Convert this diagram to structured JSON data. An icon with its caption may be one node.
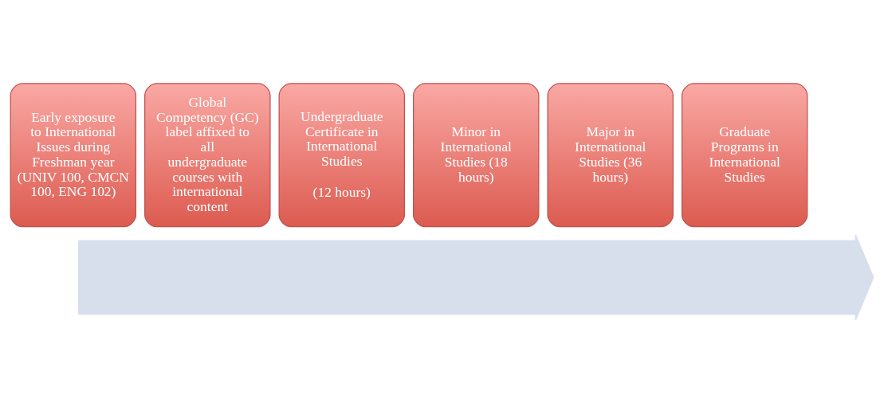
{
  "diagram": {
    "nodes": [
      {
        "text": [],
        "shape": "arrow"
      },
      {
        "text": [
          "Early exposure to International Issues during Freshman year (UNIV 100, CMCN 100, ENG 102)"
        ]
      },
      {
        "text": [
          "Global Competency (GC) label affixed to all undergraduate courses with international content"
        ]
      },
      {
        "text": [
          "Undergraduate Certificate in International Studies",
          "(12 hours)"
        ]
      },
      {
        "text": [
          "Minor in International Studies (18 hours)"
        ]
      },
      {
        "text": [
          "Major in International Studies (36 hours)"
        ]
      },
      {
        "text": [
          "Graduate Programs in International Studies"
        ]
      }
    ]
  }
}
